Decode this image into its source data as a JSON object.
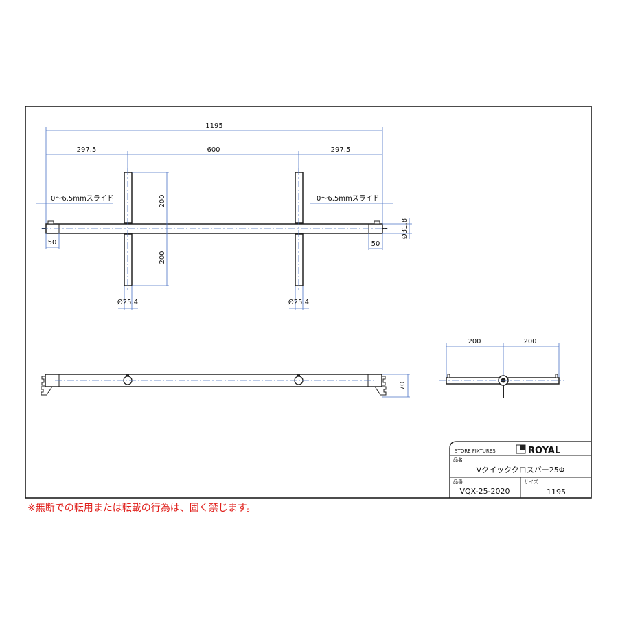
{
  "top_view": {
    "overall_length": "1195",
    "segment_left": "297.5",
    "segment_middle": "600",
    "segment_right": "297.5",
    "slide_left": "0～6.5mmスライド",
    "slide_right": "0～6.5mmスライド",
    "arm_up": "200",
    "arm_down": "200",
    "end_left": "50",
    "end_right": "50",
    "bar_diameter": "Ø31.8",
    "arm_diameter_left": "Ø25.4",
    "arm_diameter_right": "Ø25.4"
  },
  "front_view": {
    "height": "70"
  },
  "side_view": {
    "left": "200",
    "right": "200"
  },
  "title_block": {
    "company_tag": "STORE FIXTURES",
    "logo_text": "ROYAL",
    "product_name_label": "品名",
    "product_name": "Vクイッククロスバー25Φ",
    "part_number_label": "品番",
    "part_number": "VQX-25-2020",
    "size_label": "サイズ",
    "size": "1195"
  },
  "footer_note": "※無断での転用または転載の行為は、固く禁じます。"
}
